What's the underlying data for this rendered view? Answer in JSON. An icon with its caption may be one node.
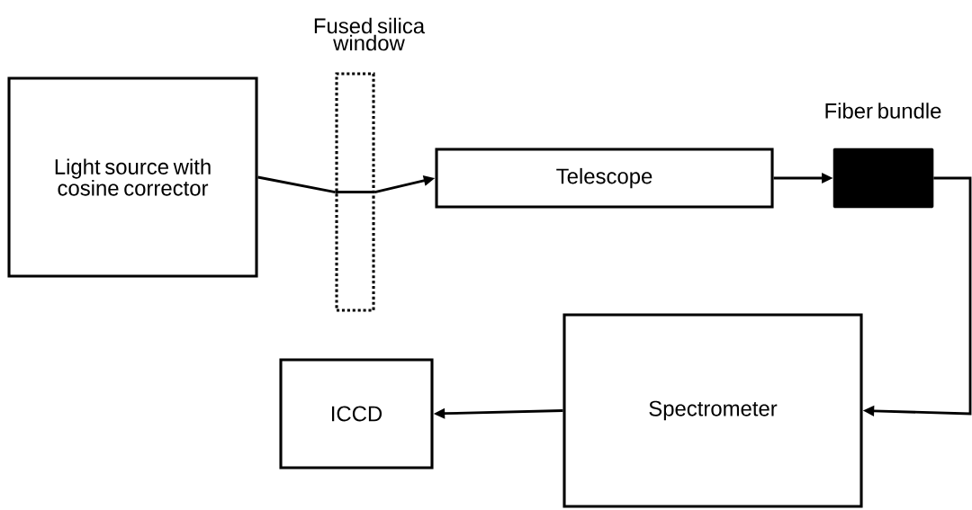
{
  "diagram": {
    "nodes": [
      {
        "text": [
          "Light source with cosine corrector"
        ]
      },
      {
        "text": [
          "Fused silica window"
        ]
      },
      {
        "text": [
          "Telescope"
        ]
      },
      {
        "text": [
          "Fiber bundle"
        ]
      },
      {
        "text": [
          "Spectrometer"
        ]
      },
      {
        "text": [
          "ICCD"
        ]
      }
    ],
    "edges": [
      {
        "from": 0,
        "to": 1,
        "arrow": "none"
      },
      {
        "from": 1,
        "to": 2,
        "arrow": "to"
      },
      {
        "from": 2,
        "to": 3,
        "arrow": "to"
      },
      {
        "from": 3,
        "to": 4,
        "arrow": "to"
      },
      {
        "from": 4,
        "to": 5,
        "arrow": "to"
      }
    ]
  }
}
